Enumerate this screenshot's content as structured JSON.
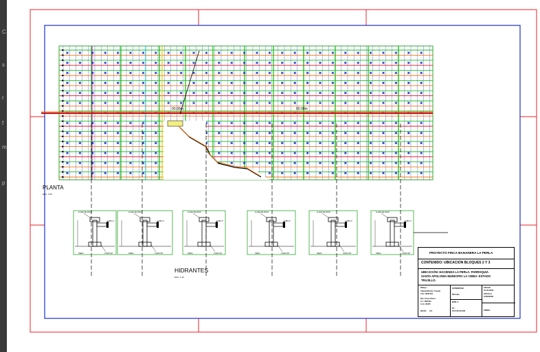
{
  "viewer_strip": {
    "letters": [
      "C",
      "s",
      "r",
      "f",
      "m",
      "p"
    ]
  },
  "drawing": {
    "plan_label": "PLANTA",
    "plan_scale": "ESC: 1:50",
    "hydrants_label": "HIDRANTES",
    "hydrants_scale": "ESC: 1:10",
    "plan_dimension_left": "00.00m",
    "plan_dimension_right": "00.00m",
    "detail_labels": [
      "LLAVE DE PASO",
      "SALIDA 1\"",
      "TUBO 2\"",
      "CODO 90°",
      "PIEZA",
      "LLAVE DE PASO",
      "CODO 90°",
      "PIEZA"
    ]
  },
  "title_block": {
    "header": "PROYECTO FINCA BANANERA LA PERLA",
    "contenido": "CONTENIDO: UBICACION BLOQUES 2 Y 3",
    "ubicacion_line1": "UBICACIÓN: HACIENDA LA PERLA- PARROQUIA",
    "ubicacion_line2": "SANTA APOLONIA-MUNICIPIO LA CEIBA- ESTADO",
    "ubicacion_line3": "TRUJILLO.",
    "dibujo_label": "Dibujo:",
    "dibujo_value": "Calculo/Diseño: Freddy",
    "dibujo_ci": "Cl.b: 16787181",
    "revisado": "Rev: Oscar Sierra",
    "revisado_ci": "C.I.: 4601521",
    "escala_small": "C.I.b: 20455",
    "superficie_label": "SUPERFICIE:",
    "superficie_value": "650 Has.",
    "fecha_label": "FECHA:",
    "fecha_value": "01-03-2024",
    "escala_label": "ESCALA:",
    "escala_value": "1/500/2000",
    "hoja_label": "HOJA:",
    "hoja_value": "1/1",
    "edn_label": "EDN: 3",
    "plano_label": "PL:",
    "plano_value": "PLP-00-00-000",
    "firma_label": "FIRMA:"
  },
  "colors": {
    "sheet_border": "#e8202a",
    "drawing_frame": "#1a2ec8",
    "plan_outline": "#31a531",
    "grid_lines": "#2438c8",
    "row_green": "#19c219",
    "row_orange": "#f07a10",
    "row_red": "#e01c1c",
    "row_magenta": "#d81bd8",
    "row_cyan": "#08c8d8"
  }
}
